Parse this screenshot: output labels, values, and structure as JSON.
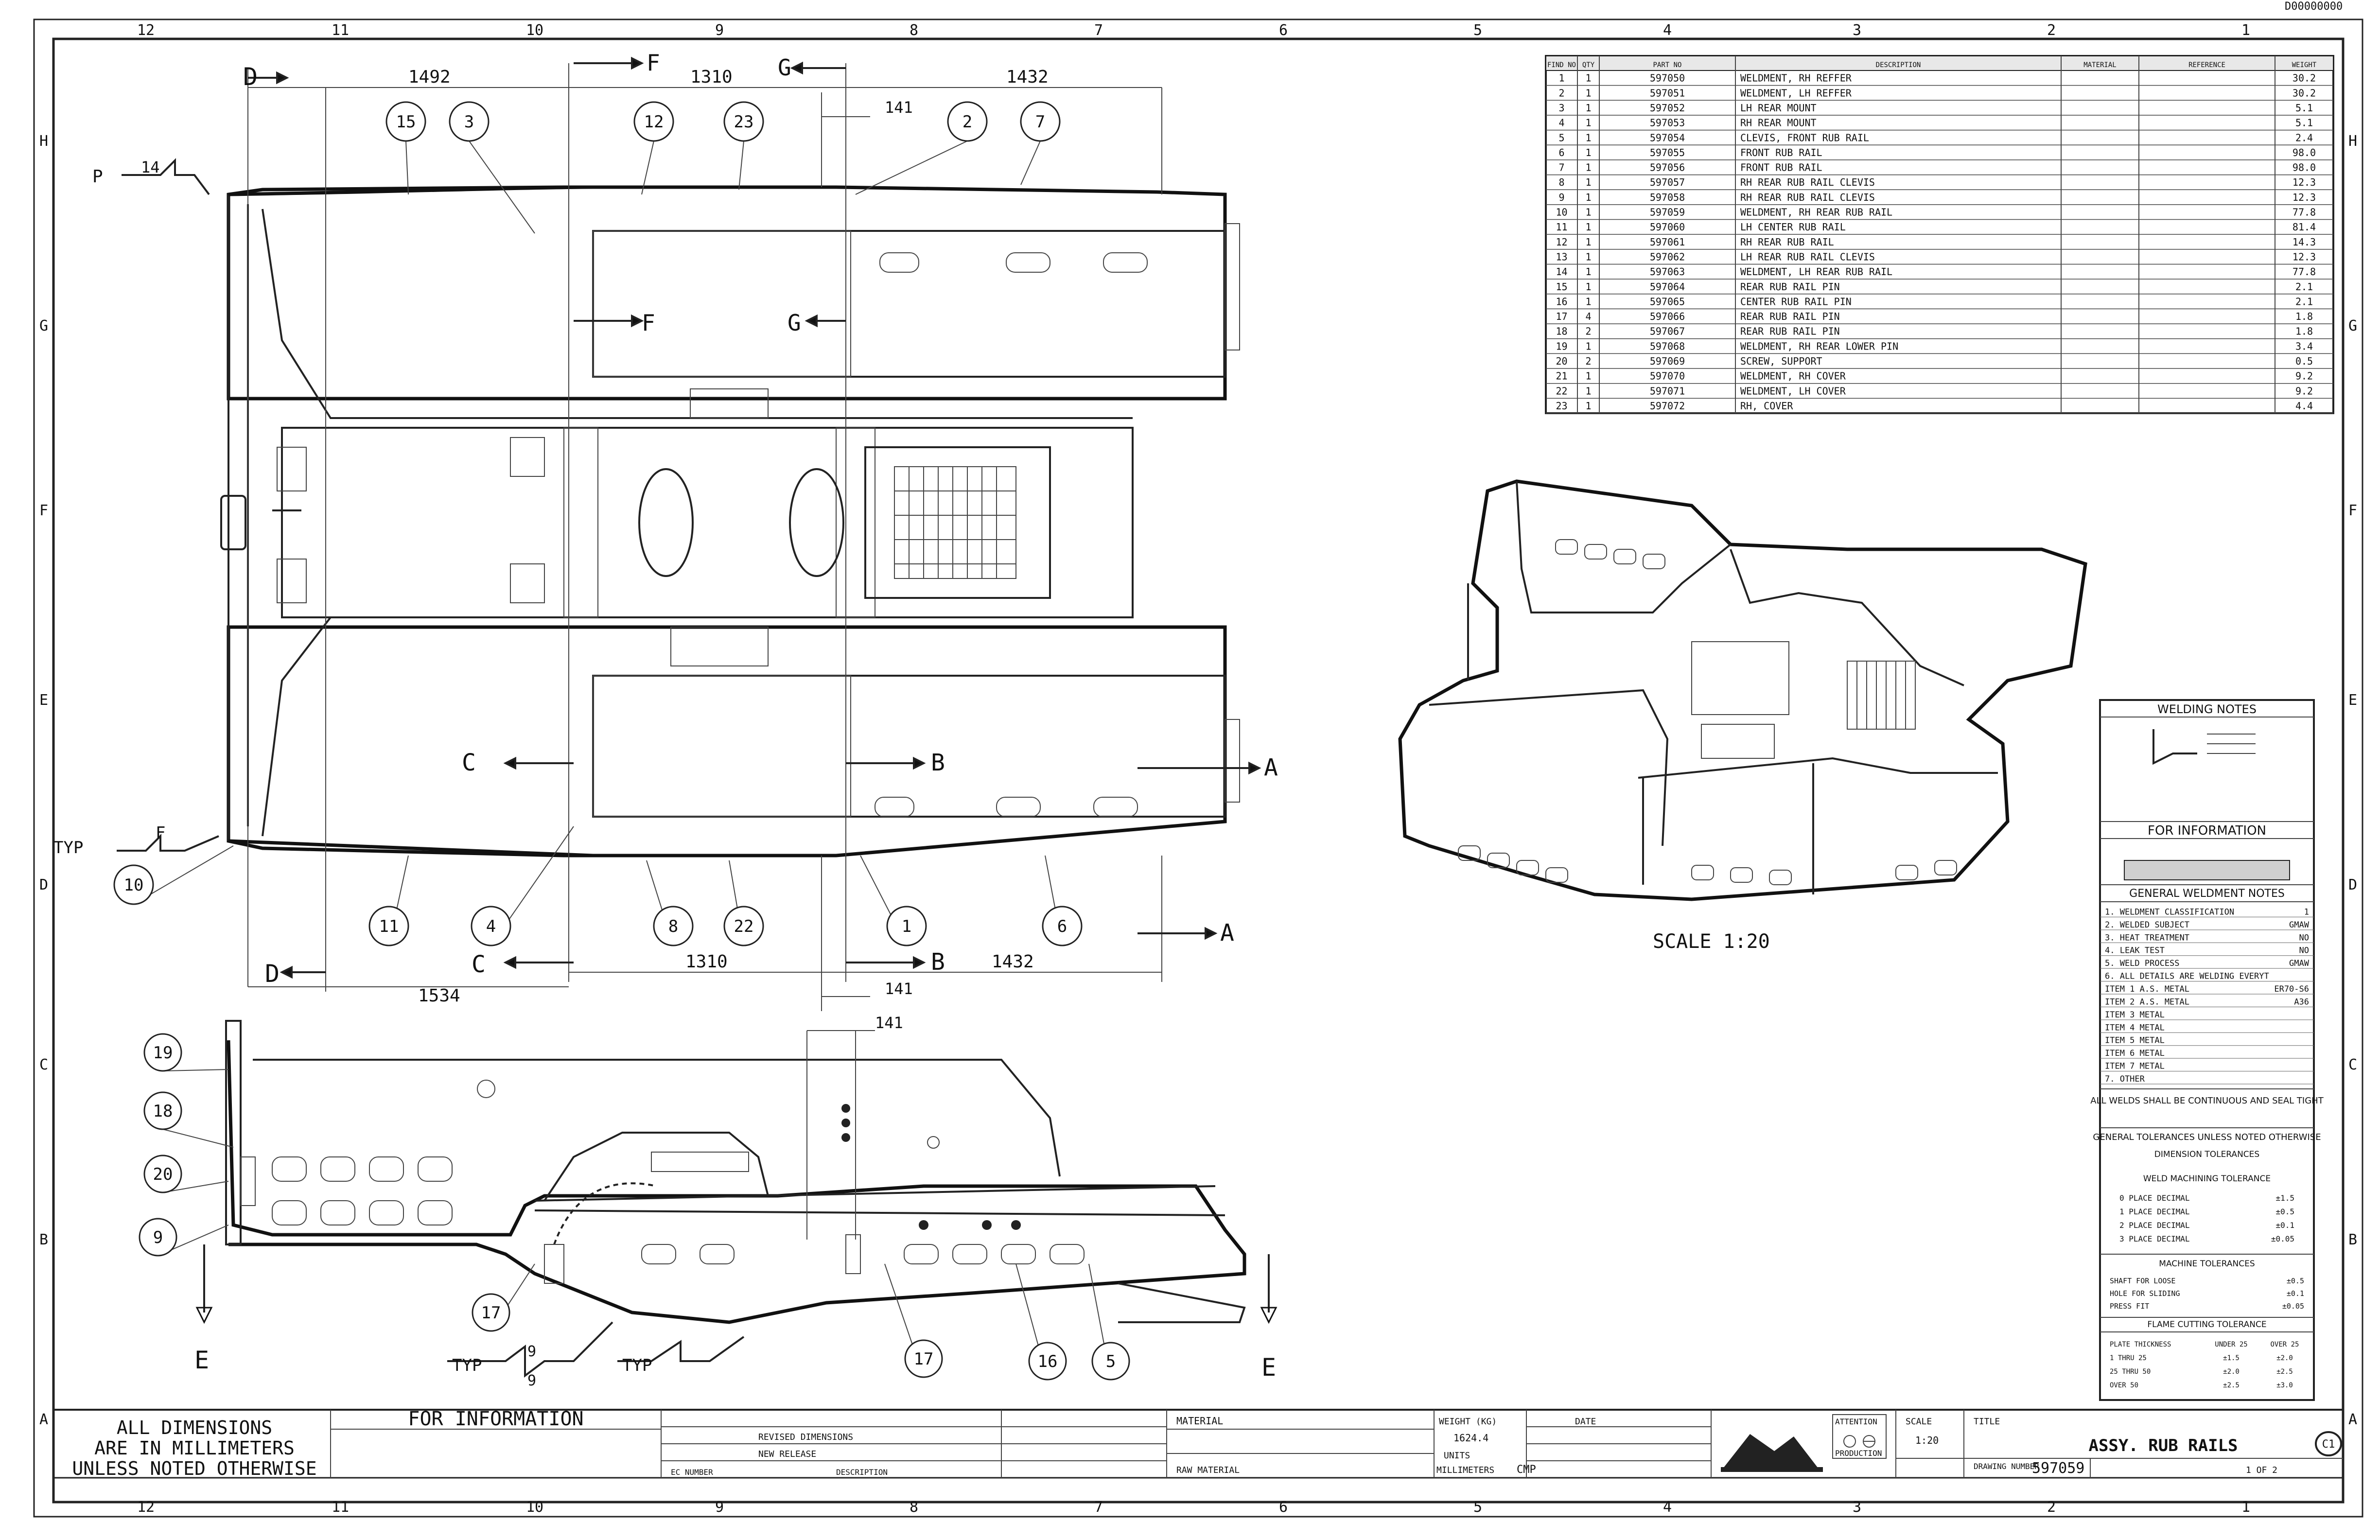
{
  "corner_ref": "D00000000",
  "border": {
    "cols_top": [
      "12",
      "11",
      "10",
      "9",
      "8",
      "7",
      "6",
      "5",
      "4",
      "3",
      "2",
      "1"
    ],
    "cols_bottom": [
      "12",
      "11",
      "10",
      "9",
      "8",
      "7",
      "6",
      "5",
      "4",
      "3",
      "2",
      "1"
    ],
    "rows_left": [
      "H",
      "G",
      "F",
      "E",
      "D",
      "C",
      "B",
      "A"
    ],
    "rows_right": [
      "H",
      "G",
      "F",
      "E",
      "D",
      "C",
      "B",
      "A"
    ]
  },
  "plan_view": {
    "dims": {
      "d1492": "1492",
      "d1310_top": "1310",
      "d1432_top": "1432",
      "d141_top": "141",
      "d1534": "1534",
      "d1310_bot": "1310",
      "d141_bot": "141",
      "d1432_bot": "1432",
      "d141_side": "141"
    },
    "sections": {
      "D": "D",
      "F": "F",
      "G": "G",
      "C": "C",
      "B": "B",
      "A": "A",
      "P": "P",
      "E": "E"
    },
    "weld": {
      "typ": "TYP",
      "f14": "14",
      "f": "F"
    },
    "balloons": [
      "15",
      "3",
      "12",
      "23",
      "2",
      "7",
      "10",
      "11",
      "4",
      "8",
      "22",
      "1",
      "6"
    ]
  },
  "side_view": {
    "balloons": [
      "19",
      "18",
      "20",
      "9",
      "17",
      "17",
      "16",
      "5"
    ],
    "typ_labels": [
      "TYP",
      "TYP"
    ],
    "weld_sizes": [
      "9",
      "9"
    ]
  },
  "iso_view": {
    "scale": "SCALE 1:20"
  },
  "bom": {
    "headers": [
      "FIND NO",
      "QTY",
      "PART NO",
      "DESCRIPTION",
      "MATERIAL",
      "REFERENCE",
      "WEIGHT"
    ],
    "rows": [
      [
        "1",
        "1",
        "597050",
        "WELDMENT, RH REFFER",
        "",
        "",
        "30.2"
      ],
      [
        "2",
        "1",
        "597051",
        "WELDMENT, LH REFFER",
        "",
        "",
        "30.2"
      ],
      [
        "3",
        "1",
        "597052",
        "LH REAR MOUNT",
        "",
        "",
        "5.1"
      ],
      [
        "4",
        "1",
        "597053",
        "RH REAR MOUNT",
        "",
        "",
        "5.1"
      ],
      [
        "5",
        "1",
        "597054",
        "CLEVIS, FRONT RUB RAIL",
        "",
        "",
        "2.4"
      ],
      [
        "6",
        "1",
        "597055",
        "FRONT RUB RAIL",
        "",
        "",
        "98.0"
      ],
      [
        "7",
        "1",
        "597056",
        "FRONT RUB RAIL",
        "",
        "",
        "98.0"
      ],
      [
        "8",
        "1",
        "597057",
        "RH REAR RUB RAIL CLEVIS",
        "",
        "",
        "12.3"
      ],
      [
        "9",
        "1",
        "597058",
        "RH REAR RUB RAIL CLEVIS",
        "",
        "",
        "12.3"
      ],
      [
        "10",
        "1",
        "597059",
        "WELDMENT, RH REAR RUB RAIL",
        "",
        "",
        "77.8"
      ],
      [
        "11",
        "1",
        "597060",
        "LH CENTER RUB RAIL",
        "",
        "",
        "81.4"
      ],
      [
        "12",
        "1",
        "597061",
        "RH REAR RUB RAIL",
        "",
        "",
        "14.3"
      ],
      [
        "13",
        "1",
        "597062",
        "LH REAR RUB RAIL CLEVIS",
        "",
        "",
        "12.3"
      ],
      [
        "14",
        "1",
        "597063",
        "WELDMENT, LH REAR RUB RAIL",
        "",
        "",
        "77.8"
      ],
      [
        "15",
        "1",
        "597064",
        "REAR RUB RAIL PIN",
        "",
        "",
        "2.1"
      ],
      [
        "16",
        "1",
        "597065",
        "CENTER RUB RAIL PIN",
        "",
        "",
        "2.1"
      ],
      [
        "17",
        "4",
        "597066",
        "REAR RUB RAIL PIN",
        "",
        "",
        "1.8"
      ],
      [
        "18",
        "2",
        "597067",
        "REAR RUB RAIL PIN",
        "",
        "",
        "1.8"
      ],
      [
        "19",
        "1",
        "597068",
        "WELDMENT, RH REAR LOWER PIN",
        "",
        "",
        "3.4"
      ],
      [
        "20",
        "2",
        "597069",
        "SCREW, SUPPORT",
        "",
        "",
        "0.5"
      ],
      [
        "21",
        "1",
        "597070",
        "WELDMENT, RH COVER",
        "",
        "",
        "9.2"
      ],
      [
        "22",
        "1",
        "597071",
        "WELDMENT, LH COVER",
        "",
        "",
        "9.2"
      ],
      [
        "23",
        "1",
        "597072",
        "RH, COVER",
        "",
        "",
        "4.4"
      ]
    ]
  },
  "notes_panel": {
    "welding_title": "WELDING NOTES",
    "for_information": "FOR INFORMATION",
    "general_title": "GENERAL WELDMENT NOTES",
    "general_rows": [
      [
        "1. WELDMENT CLASSIFICATION",
        "1"
      ],
      [
        "2. WELDED SUBJECT",
        "GMAW"
      ],
      [
        "3. HEAT TREATMENT",
        "NO"
      ],
      [
        "4. LEAK TEST",
        "NO"
      ],
      [
        "5. WELD PROCESS",
        "GMAW"
      ],
      [
        "6. ALL DETAILS ARE WELDING EVERYT",
        ""
      ],
      [
        "ITEM 1    A.S. METAL",
        "ER70-S6"
      ],
      [
        "ITEM 2    A.S. METAL",
        "A36"
      ],
      [
        "ITEM 3    METAL",
        ""
      ],
      [
        "ITEM 4    METAL",
        ""
      ],
      [
        "ITEM 5    METAL",
        ""
      ],
      [
        "ITEM 6    METAL",
        ""
      ],
      [
        "ITEM 7    METAL",
        ""
      ],
      [
        "7. OTHER",
        ""
      ]
    ],
    "continuous_note": "ALL WELDS SHALL BE CONTINUOUS AND SEAL TIGHT",
    "tolerances_title": "GENERAL TOLERANCES UNLESS NOTED OTHERWISE",
    "tol_sub1": "DIMENSION TOLERANCES",
    "weld_tol_title": "WELD MACHINING TOLERANCE",
    "tol_rows": [
      [
        "0 PLACE DECIMAL",
        "±1.5"
      ],
      [
        "1 PLACE DECIMAL",
        "±0.5"
      ],
      [
        "2 PLACE DECIMAL",
        "±0.1"
      ],
      [
        "3 PLACE DECIMAL",
        "±0.05"
      ]
    ],
    "machine_title": "MACHINE TOLERANCES",
    "machine_rows": [
      [
        "SHAFT FOR LOOSE",
        "±0.5"
      ],
      [
        "HOLE FOR SLIDING",
        "±0.1"
      ],
      [
        "PRESS FIT",
        "±0.05"
      ]
    ],
    "flame_title": "FLAME CUTTING TOLERANCE",
    "flame_rows": [
      [
        "PLATE THICKNESS",
        "UNDER 25",
        "OVER 25"
      ],
      [
        "1 THRU 25",
        "±1.5",
        "±2.0"
      ],
      [
        "25 THRU 50",
        "±2.0",
        "±2.5"
      ],
      [
        "OVER 50",
        "±2.5",
        "±3.0"
      ]
    ]
  },
  "title_block": {
    "dims_note": [
      "ALL DIMENSIONS",
      "ARE IN MILLIMETERS",
      "UNLESS NOTED OTHERWISE"
    ],
    "for_information": "FOR INFORMATION",
    "revision_label": "DESCRIPTION",
    "ec_number": "EC NUMBER",
    "rev_rows": [
      "REVISED DIMENSIONS",
      "NEW RELEASE"
    ],
    "material_label": "MATERIAL",
    "raw_material": "RAW MATERIAL",
    "weight_label": "WEIGHT (KG)",
    "weight": "1624.4",
    "units_label": "UNITS",
    "units": "MILLIMETERS",
    "date_label": "DATE",
    "attention_label": "ATTENTION",
    "production": "PRODUCTION",
    "scale_label": "SCALE",
    "scale": "1:20",
    "title_label": "TITLE",
    "title": "ASSY. RUB RAILS",
    "drawing_number_label": "DRAWING NUMBER",
    "drawing_number": "597059",
    "sheet": "1 OF 2",
    "cmp": "CMP",
    "rev": "C1"
  }
}
